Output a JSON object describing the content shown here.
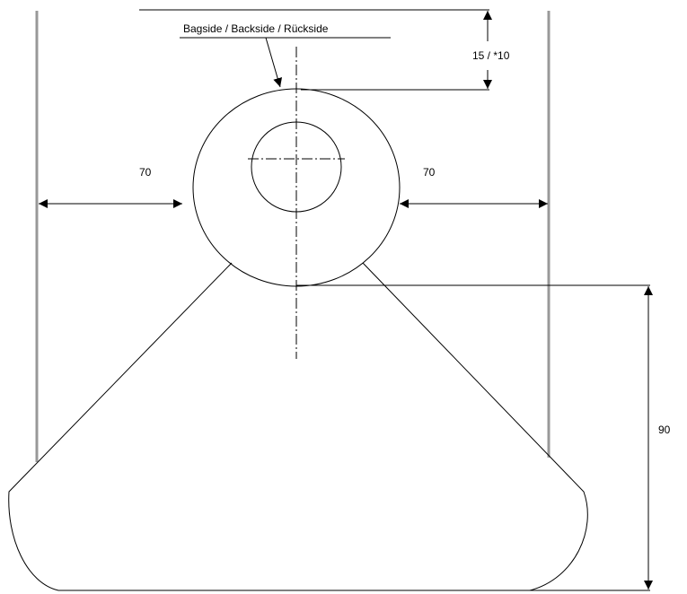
{
  "labels": {
    "side_note": "Bagside / Backside / Rückside",
    "top_offset": "15 / *10",
    "left_gap": "70",
    "right_gap": "70",
    "height": "90"
  },
  "colors": {
    "lines": "#000000",
    "guides": "#999999",
    "background": "#ffffff"
  }
}
